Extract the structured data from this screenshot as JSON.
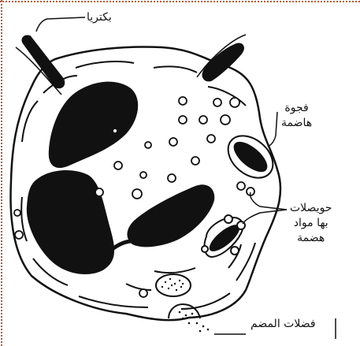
{
  "labels": {
    "bacteria": "بكتريا",
    "digestive_vacuole": [
      "فجوة",
      "هاضمة"
    ],
    "vesicles": [
      "حويصلات",
      "بها مواد",
      "هضمة"
    ],
    "waste": "فضلات المضم"
  },
  "colors": {
    "ink": "#111111",
    "paper": "#ffffff",
    "frame": "#b15a3a"
  }
}
